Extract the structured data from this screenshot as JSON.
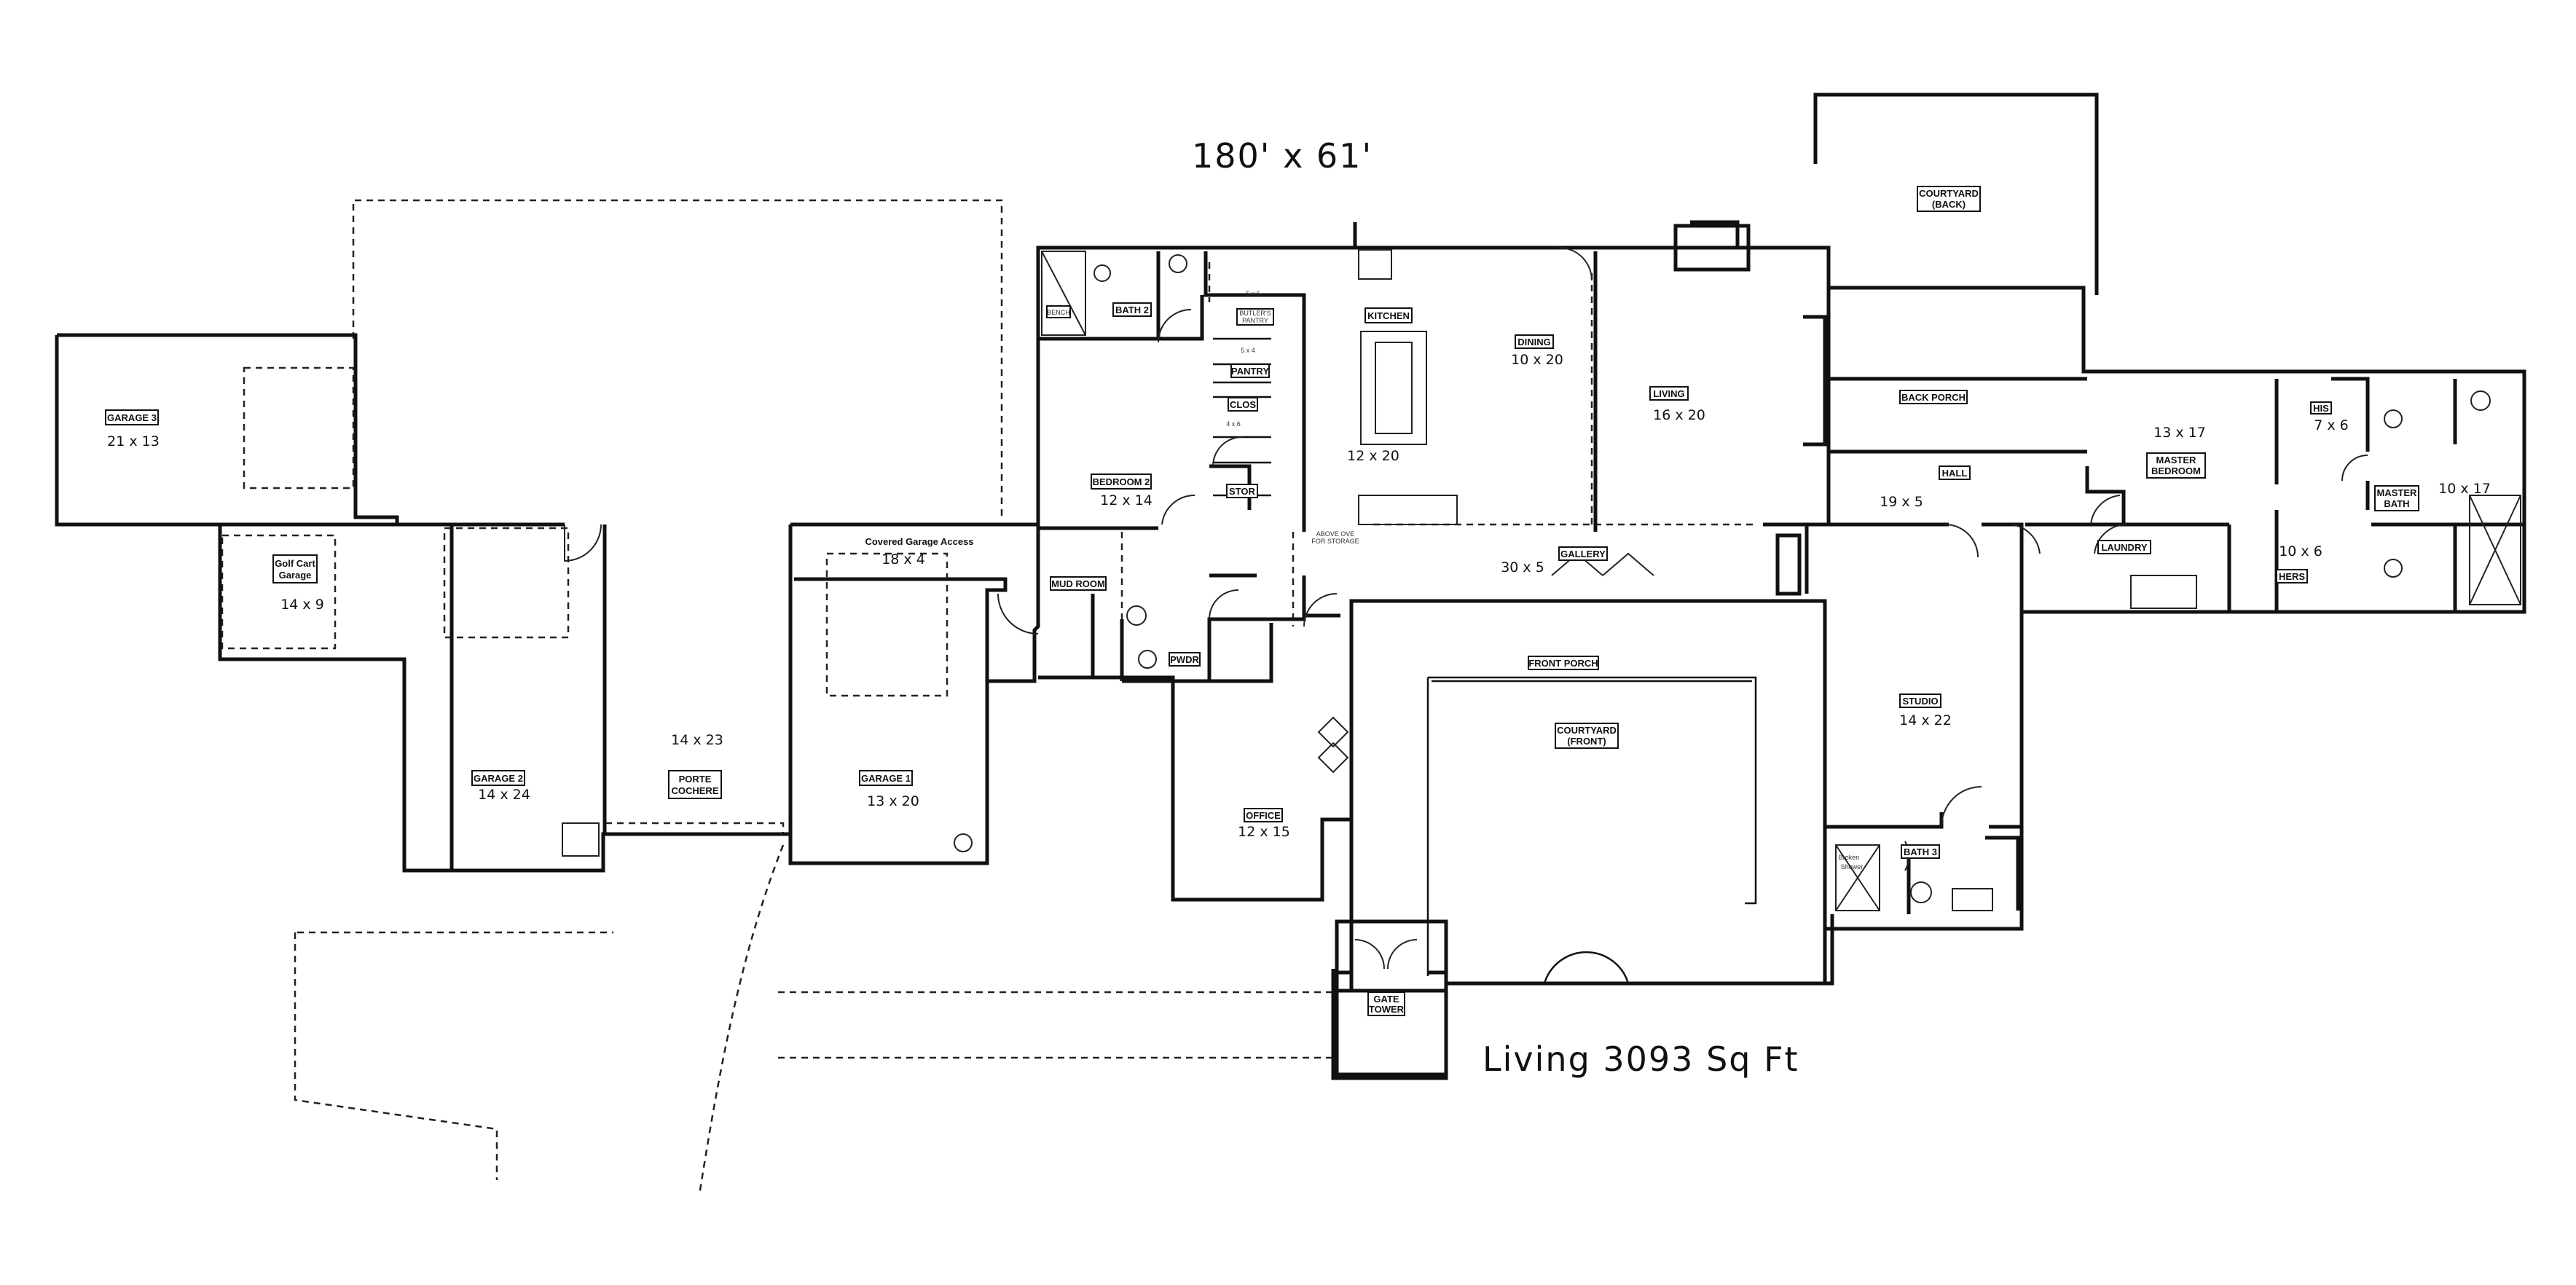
{
  "header": {
    "overall_size": "180' x 61'"
  },
  "footer": {
    "living_area": "Living 3093 Sq Ft"
  },
  "rooms": {
    "garage3": {
      "name": "GARAGE 3",
      "dim": "21 x 13"
    },
    "golf": {
      "name_line1": "Golf Cart",
      "name_line2": "Garage",
      "dim": "14 x 9"
    },
    "garage2": {
      "name": "GARAGE 2",
      "dim": "14 x 24"
    },
    "porte": {
      "name_line1": "PORTE",
      "name_line2": "COCHERE",
      "dim": "14 x 23"
    },
    "covered_access": {
      "name": "Covered Garage Access",
      "dim": "18 x 4"
    },
    "garage1": {
      "name": "GARAGE 1",
      "dim": "13 x 20"
    },
    "mud": {
      "name": "MUD ROOM"
    },
    "pwdr": {
      "name": "PWDR"
    },
    "bath2": {
      "name": "BATH 2"
    },
    "bench": {
      "name": "BENCH"
    },
    "bedroom2": {
      "name": "BEDROOM 2",
      "dim": "12 x 14"
    },
    "butlers": {
      "name_line1": "BUTLER'S",
      "name_line2": "PANTRY",
      "dim": "5 x 6"
    },
    "pantry": {
      "name": "PANTRY",
      "dim": "5 x 4"
    },
    "clos": {
      "name": "CLOS",
      "dim": "4 x 6"
    },
    "stor": {
      "name": "STOR"
    },
    "kitchen": {
      "name": "KITCHEN",
      "dim": "12 x 20"
    },
    "dining": {
      "name": "DINING",
      "dim": "10 x 20"
    },
    "living": {
      "name": "LIVING",
      "dim": "16 x 20"
    },
    "gallery": {
      "name": "GALLERY",
      "dim": "30 x 5"
    },
    "office": {
      "name": "OFFICE",
      "dim": "12 x 15"
    },
    "front_porch": {
      "name": "FRONT PORCH"
    },
    "courtyard_front": {
      "name_line1": "COURTYARD",
      "name_line2": "(FRONT)"
    },
    "gate_tower": {
      "name_line1": "GATE",
      "name_line2": "TOWER"
    },
    "courtyard_back": {
      "name_line1": "COURTYARD",
      "name_line2": "(BACK)"
    },
    "back_porch": {
      "name": "BACK PORCH"
    },
    "hall": {
      "name": "HALL",
      "dim": "19 x 5"
    },
    "studio": {
      "name": "STUDIO",
      "dim": "14 x 22"
    },
    "bath3": {
      "name": "BATH 3"
    },
    "shower": {
      "name_line1": "Broken",
      "name_line2": "Shower"
    },
    "master_bedroom": {
      "name_line1": "MASTER",
      "name_line2": "BEDROOM",
      "dim": "13 x 17"
    },
    "laundry": {
      "name": "LAUNDRY"
    },
    "his": {
      "name": "HIS",
      "dim": "7 x 6"
    },
    "hers": {
      "name": "HERS",
      "dim": "10 x 6"
    },
    "master_bath": {
      "name_line1": "MASTER",
      "name_line2": "BATH",
      "dim": "10 x 17"
    }
  },
  "notes": {
    "kitchen_note_1": "ABOVE OVE",
    "kitchen_note_2": "FOR STORAGE"
  }
}
